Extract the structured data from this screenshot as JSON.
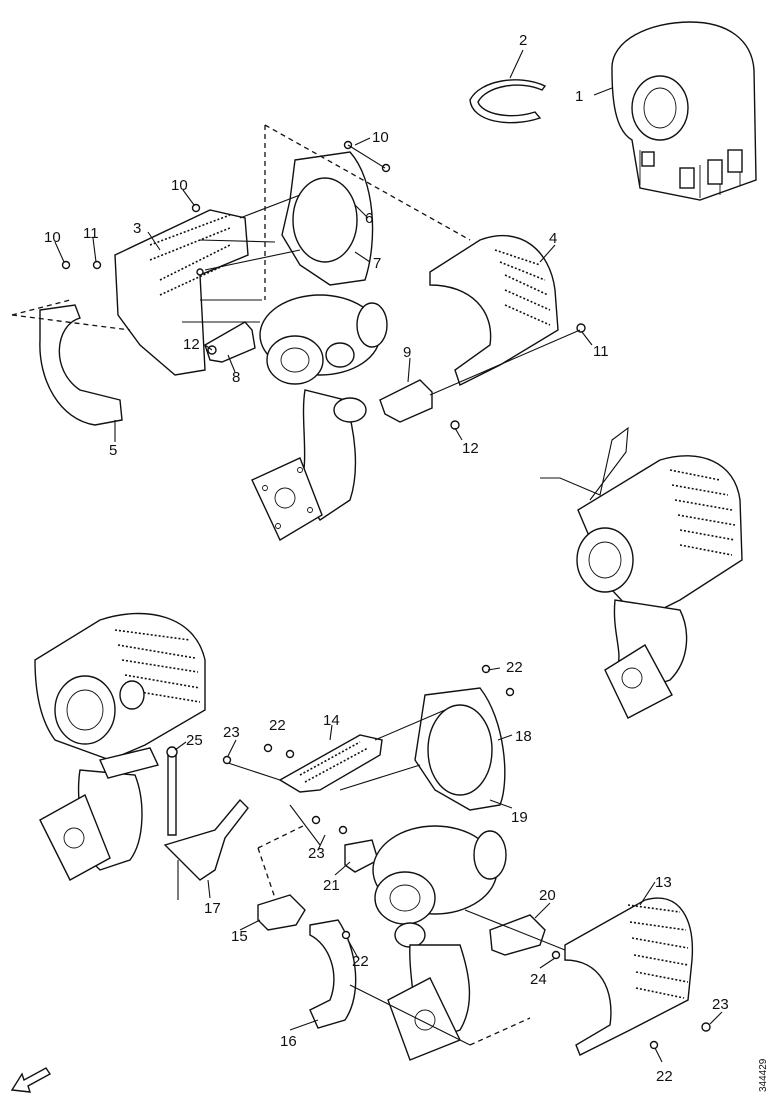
{
  "diagram": {
    "reference_number": "344429",
    "labels": {
      "1": "1",
      "2": "2",
      "3": "3",
      "4": "4",
      "5": "5",
      "6": "6",
      "7": "7",
      "8": "8",
      "9": "9",
      "10": "10",
      "11": "11",
      "12": "12",
      "13": "13",
      "14": "14",
      "15": "15",
      "16": "16",
      "17": "17",
      "18": "18",
      "19": "19",
      "20": "20",
      "21": "21",
      "22": "22",
      "23": "23",
      "24": "24",
      "25": "25"
    }
  }
}
